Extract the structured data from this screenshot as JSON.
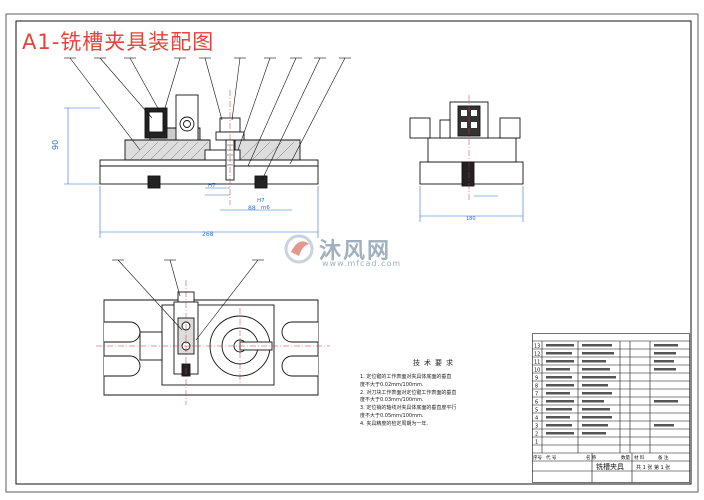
{
  "drawing": {
    "title": "A1-铣槽夹具装配图"
  },
  "watermark": {
    "brand": "沐风网",
    "url": "www.mfcad.com"
  },
  "dimensions": {
    "height_left": "90",
    "fit_h7_upper": "H7",
    "fit_h7_lower": "H7",
    "fit_m6": "m6",
    "dim_88": "88",
    "dim_268": "268",
    "dim_side": "180"
  },
  "technical_requirements": {
    "title": "技术要求",
    "lines": [
      "1. 定位键的工作表面对夹具体底面的垂直",
      "度不大于0.02mm/100mm.",
      "2. 对刀块工作表面对定位键工作表面的垂直",
      "度不大于0.03mm/100mm.",
      "3. 定位销的轴线对夹具体底面的垂直度平行",
      "度不大于0.05mm/100mm.",
      "4. 夹具精度的检定周期为一年."
    ]
  },
  "title_block": {
    "part_name": "铣槽夹具",
    "sheet_info": "共 1 张 第 1 张",
    "header_cols": [
      "序号",
      "代 号",
      "名  称",
      "数量",
      "材 料",
      "备 注"
    ],
    "row_numbers": [
      "13",
      "12",
      "11",
      "10",
      "9",
      "8",
      "7",
      "6",
      "5",
      "4",
      "3",
      "2",
      "1"
    ]
  }
}
